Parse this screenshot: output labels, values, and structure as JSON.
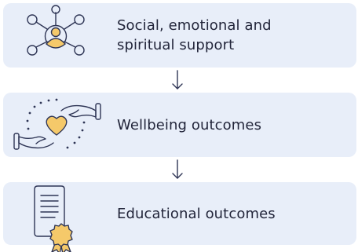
{
  "steps": [
    {
      "label": "Social, emotional and\nspiritual support",
      "icon": "people-network-icon"
    },
    {
      "label": "Wellbeing outcomes",
      "icon": "hands-holding-heart-icon"
    },
    {
      "label": "Educational outcomes",
      "icon": "certificate-award-icon"
    }
  ],
  "colors": {
    "card_background": "#e8eef9",
    "text": "#22253a",
    "accent": "#f5c96a",
    "stroke": "#2e3555"
  }
}
